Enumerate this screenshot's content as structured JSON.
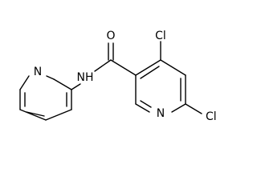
{
  "molecule": {
    "atoms": {
      "cl_top": "Cl",
      "cl_bottom": "Cl",
      "oxygen": "O",
      "amide_nh": "NH",
      "ring_n_right": "N",
      "ring_n_left": "N"
    }
  }
}
